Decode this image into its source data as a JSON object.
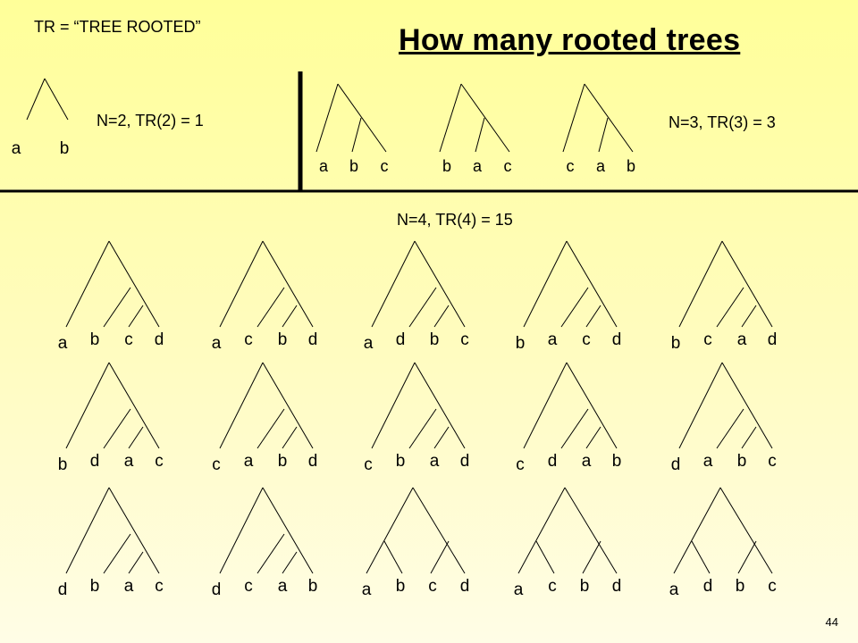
{
  "header": {
    "note": "TR = “TREE ROOTED”",
    "title": "How many rooted trees"
  },
  "sections": {
    "n2": {
      "label": "N=2, TR(2) = 1"
    },
    "n3": {
      "label": "N=3, TR(3) = 3"
    },
    "n4": {
      "label": "N=4, TR(4) = 15"
    }
  },
  "trees": {
    "n2": [
      {
        "leaves": [
          "a",
          "b"
        ]
      }
    ],
    "n3": [
      {
        "leaves": [
          "a",
          "b",
          "c"
        ]
      },
      {
        "leaves": [
          "b",
          "a",
          "c"
        ]
      },
      {
        "leaves": [
          "c",
          "a",
          "b"
        ]
      }
    ],
    "n4": [
      {
        "shape": "caterpillar",
        "leaves": [
          "a",
          "b",
          "c",
          "d"
        ]
      },
      {
        "shape": "caterpillar",
        "leaves": [
          "a",
          "c",
          "b",
          "d"
        ]
      },
      {
        "shape": "caterpillar",
        "leaves": [
          "a",
          "d",
          "b",
          "c"
        ]
      },
      {
        "shape": "caterpillar",
        "leaves": [
          "b",
          "a",
          "c",
          "d"
        ]
      },
      {
        "shape": "caterpillar",
        "leaves": [
          "b",
          "c",
          "a",
          "d"
        ]
      },
      {
        "shape": "caterpillar",
        "leaves": [
          "b",
          "d",
          "a",
          "c"
        ]
      },
      {
        "shape": "caterpillar",
        "leaves": [
          "c",
          "a",
          "b",
          "d"
        ]
      },
      {
        "shape": "caterpillar",
        "leaves": [
          "c",
          "b",
          "a",
          "d"
        ]
      },
      {
        "shape": "caterpillar",
        "leaves": [
          "c",
          "d",
          "a",
          "b"
        ]
      },
      {
        "shape": "caterpillar",
        "leaves": [
          "d",
          "a",
          "b",
          "c"
        ]
      },
      {
        "shape": "caterpillar",
        "leaves": [
          "d",
          "b",
          "a",
          "c"
        ]
      },
      {
        "shape": "caterpillar",
        "leaves": [
          "d",
          "c",
          "a",
          "b"
        ]
      },
      {
        "shape": "balanced",
        "leaves": [
          "a",
          "b",
          "c",
          "d"
        ]
      },
      {
        "shape": "balanced",
        "leaves": [
          "a",
          "c",
          "b",
          "d"
        ]
      },
      {
        "shape": "balanced",
        "leaves": [
          "a",
          "d",
          "b",
          "c"
        ]
      }
    ]
  },
  "footer": {
    "page_number": "44"
  },
  "colors": {
    "line": "#000000",
    "divider": "#000000"
  }
}
